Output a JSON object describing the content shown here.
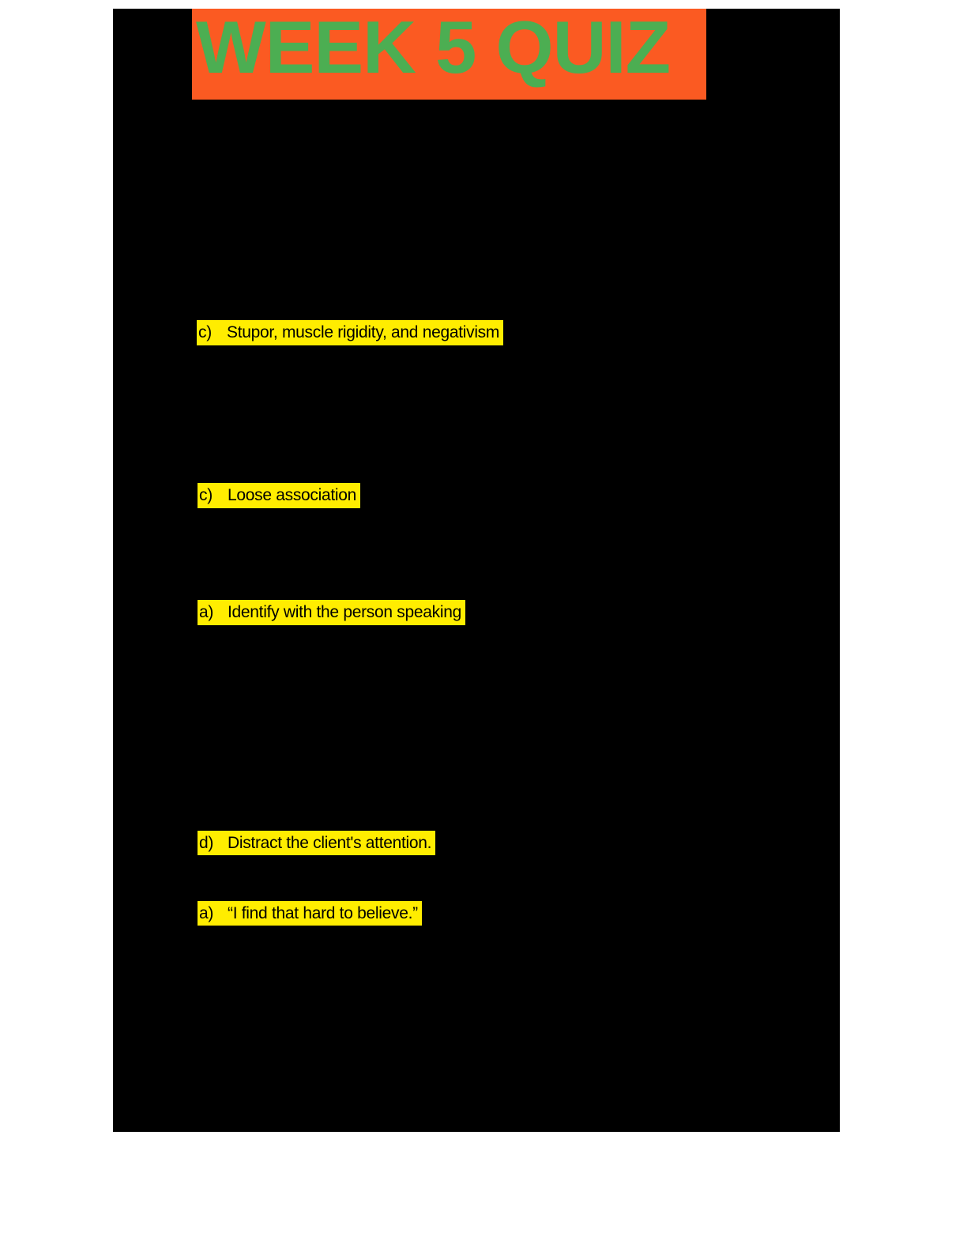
{
  "document": {
    "banner": {
      "title": "WEEK 5 QUIZ"
    },
    "answers": [
      {
        "marker": "c)",
        "text": "Stupor, muscle rigidity, and negativism"
      },
      {
        "marker": "c)",
        "text": "Loose association"
      },
      {
        "marker": "a)",
        "text": "Identify with the person speaking"
      },
      {
        "marker": "d)",
        "text": "Distract the client's attention."
      },
      {
        "marker": "a)",
        "text": "“I find that hard to believe.”"
      }
    ]
  },
  "colors": {
    "canvas_bg": "#ffffff",
    "page_bg": "#000000",
    "banner_bg": "#fb5a22",
    "banner_text": "#4cae52",
    "highlight_bg": "#ffed00",
    "highlight_text": "#000000"
  }
}
